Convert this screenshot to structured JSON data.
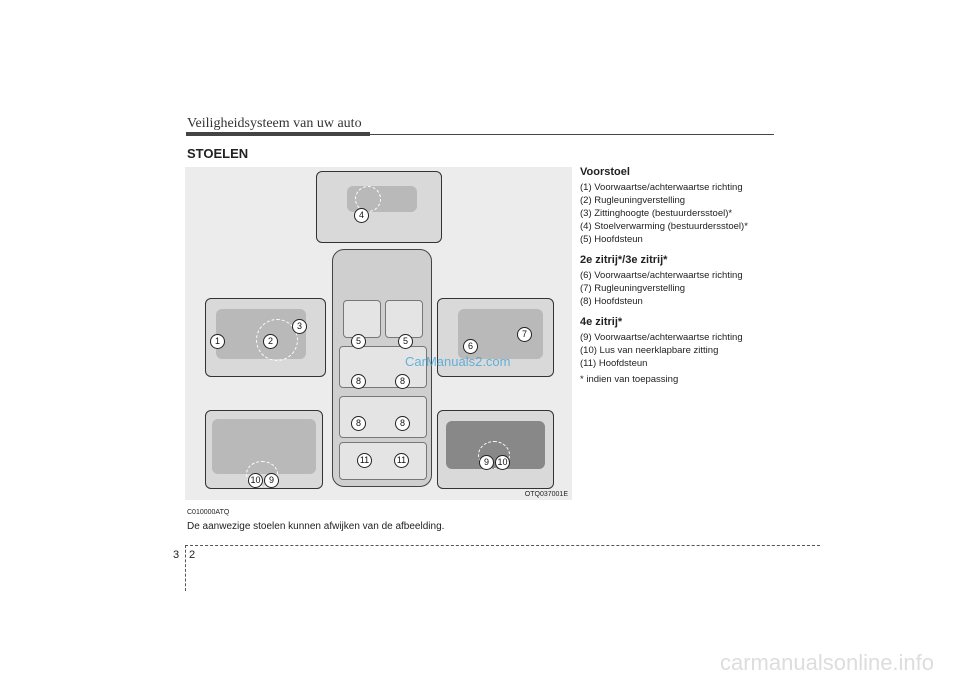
{
  "header": {
    "title": "Veiligheidsysteem van uw auto"
  },
  "section_title": "STOELEN",
  "figure": {
    "code": "OTQ037001E",
    "markers": {
      "m1": "1",
      "m2": "2",
      "m3": "3",
      "m4": "4",
      "m5": "5",
      "m6": "6",
      "m7": "7",
      "m8": "8",
      "m9": "9",
      "m10": "10",
      "m11": "11"
    }
  },
  "doc_code": "C010000ATQ",
  "note": "De aanwezige stoelen kunnen afwijken van de afbeelding.",
  "groups": [
    {
      "title": "Voorstoel",
      "items": [
        "(1) Voorwaartse/achterwaartse richting",
        "(2) Rugleuningverstelling",
        "(3) Zittinghoogte (bestuurdersstoel)*",
        "(4) Stoelverwarming (bestuurdersstoel)*",
        "(5) Hoofdsteun"
      ]
    },
    {
      "title": "2e zitrij*/3e zitrij*",
      "items": [
        "(6) Voorwaartse/achterwaartse richting",
        "(7) Rugleuningverstelling",
        "(8) Hoofdsteun"
      ]
    },
    {
      "title": "4e zitrij*",
      "items": [
        "(9) Voorwaartse/achterwaartse richting",
        "(10) Lus van neerklapbare zitting",
        "(11) Hoofdsteun"
      ]
    }
  ],
  "footnote": "* indien van toepassing",
  "page": {
    "chapter": "3",
    "number": "2"
  },
  "watermarks": {
    "top": "CarManuals2.com",
    "bottom": "carmanualsonline.info"
  }
}
